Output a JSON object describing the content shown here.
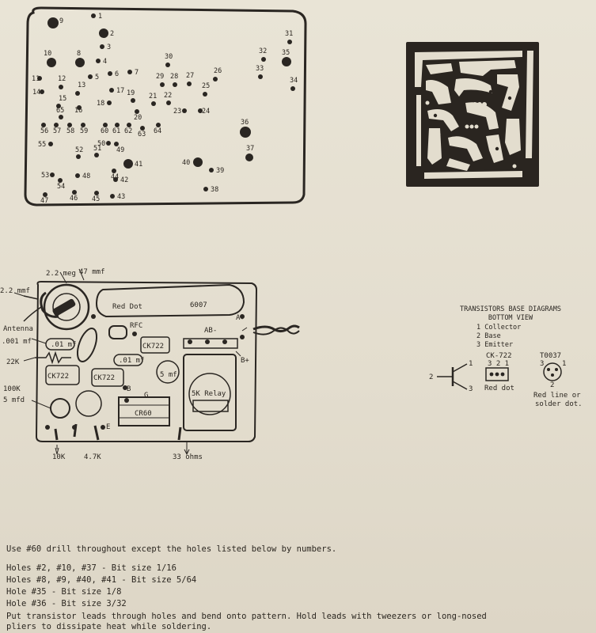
{
  "drill_template": {
    "holes": [
      {
        "n": "1"
      },
      {
        "n": "2"
      },
      {
        "n": "3"
      },
      {
        "n": "4"
      },
      {
        "n": "5"
      },
      {
        "n": "6"
      },
      {
        "n": "7"
      },
      {
        "n": "8"
      },
      {
        "n": "9"
      },
      {
        "n": "10"
      },
      {
        "n": "11"
      },
      {
        "n": "12"
      },
      {
        "n": "13"
      },
      {
        "n": "14"
      },
      {
        "n": "15"
      },
      {
        "n": "16"
      },
      {
        "n": "17"
      },
      {
        "n": "18"
      },
      {
        "n": "19"
      },
      {
        "n": "20"
      },
      {
        "n": "21"
      },
      {
        "n": "22"
      },
      {
        "n": "23"
      },
      {
        "n": "24"
      },
      {
        "n": "25"
      },
      {
        "n": "26"
      },
      {
        "n": "27"
      },
      {
        "n": "28"
      },
      {
        "n": "29"
      },
      {
        "n": "30"
      },
      {
        "n": "31"
      },
      {
        "n": "32"
      },
      {
        "n": "33"
      },
      {
        "n": "34"
      },
      {
        "n": "35"
      },
      {
        "n": "36"
      },
      {
        "n": "37"
      },
      {
        "n": "38"
      },
      {
        "n": "39"
      },
      {
        "n": "40"
      },
      {
        "n": "41"
      },
      {
        "n": "42"
      },
      {
        "n": "43"
      },
      {
        "n": "44"
      },
      {
        "n": "45"
      },
      {
        "n": "46"
      },
      {
        "n": "47"
      },
      {
        "n": "48"
      },
      {
        "n": "49"
      },
      {
        "n": "50"
      },
      {
        "n": "51"
      },
      {
        "n": "52"
      },
      {
        "n": "53"
      },
      {
        "n": "54"
      },
      {
        "n": "55"
      },
      {
        "n": "56"
      },
      {
        "n": "57"
      },
      {
        "n": "58"
      },
      {
        "n": "59"
      },
      {
        "n": "60"
      },
      {
        "n": "61"
      },
      {
        "n": "62"
      },
      {
        "n": "63"
      },
      {
        "n": "64"
      },
      {
        "n": "65"
      }
    ]
  },
  "layout_labels": {
    "cap_22meg": "2.2 meg",
    "cap_47mmf": "47 mmf",
    "cap_22mmf": "2.2 mmf",
    "antenna": "Antenna",
    "cap_001": ".001 mf",
    "cap_01a": ".01 mf",
    "cap_01b": ".01 mf",
    "res_22k": "22K",
    "res_100k": "100K",
    "cap_5mfd": "5 mfd",
    "cap_5mf": "5 mf",
    "res_10k": "10K",
    "res_47k": "4.7K",
    "res_33": "33 ohms",
    "red_dot": "Red Dot",
    "tube": "6007",
    "rfc": "RFC",
    "t1": "CK722",
    "t2": "CK722",
    "t3": "CK722",
    "ab_minus": "AB-",
    "a_plus": "A+",
    "b_plus": "B+",
    "relay": "5K Relay",
    "cr60": "CR60",
    "pin_b": "B",
    "pin_g": "G",
    "pin_e": "E"
  },
  "transistor_diagrams": {
    "title1": "TRANSISTORS BASE DIAGRAMS",
    "title2": "BOTTOM VIEW",
    "legend": [
      "1 Collector",
      "2 Base",
      "3 Emitter"
    ],
    "symbol_labels": {
      "p1": "1",
      "p2": "2",
      "p3": "3"
    },
    "ck722": {
      "name": "CK-722",
      "pins": "3 2 1",
      "note": "Red dot"
    },
    "to037": {
      "name": "T0037",
      "pin3": "3",
      "pin1": "1",
      "pin2": "2",
      "note1": "Red line or",
      "note2": "solder dot."
    }
  },
  "instructions": {
    "line1": "Use #60 drill throughout except the holes listed below by numbers.",
    "line2": "Holes #2, #10, #37 - Bit size 1/16",
    "line3": "Holes #8, #9, #40, #41 - Bit size 5/64",
    "line4": "Hole #35 - Bit size 1/8",
    "line5": "Hole #36 - Bit size 3/32",
    "line6": "Put transistor leads through holes and bend onto pattern.   Hold leads with tweezers or  long-nosed",
    "line7": "pliers to dissipate heat while soldering."
  },
  "colors": {
    "ink": "#2a2622",
    "paper": "#e6e1d3"
  }
}
